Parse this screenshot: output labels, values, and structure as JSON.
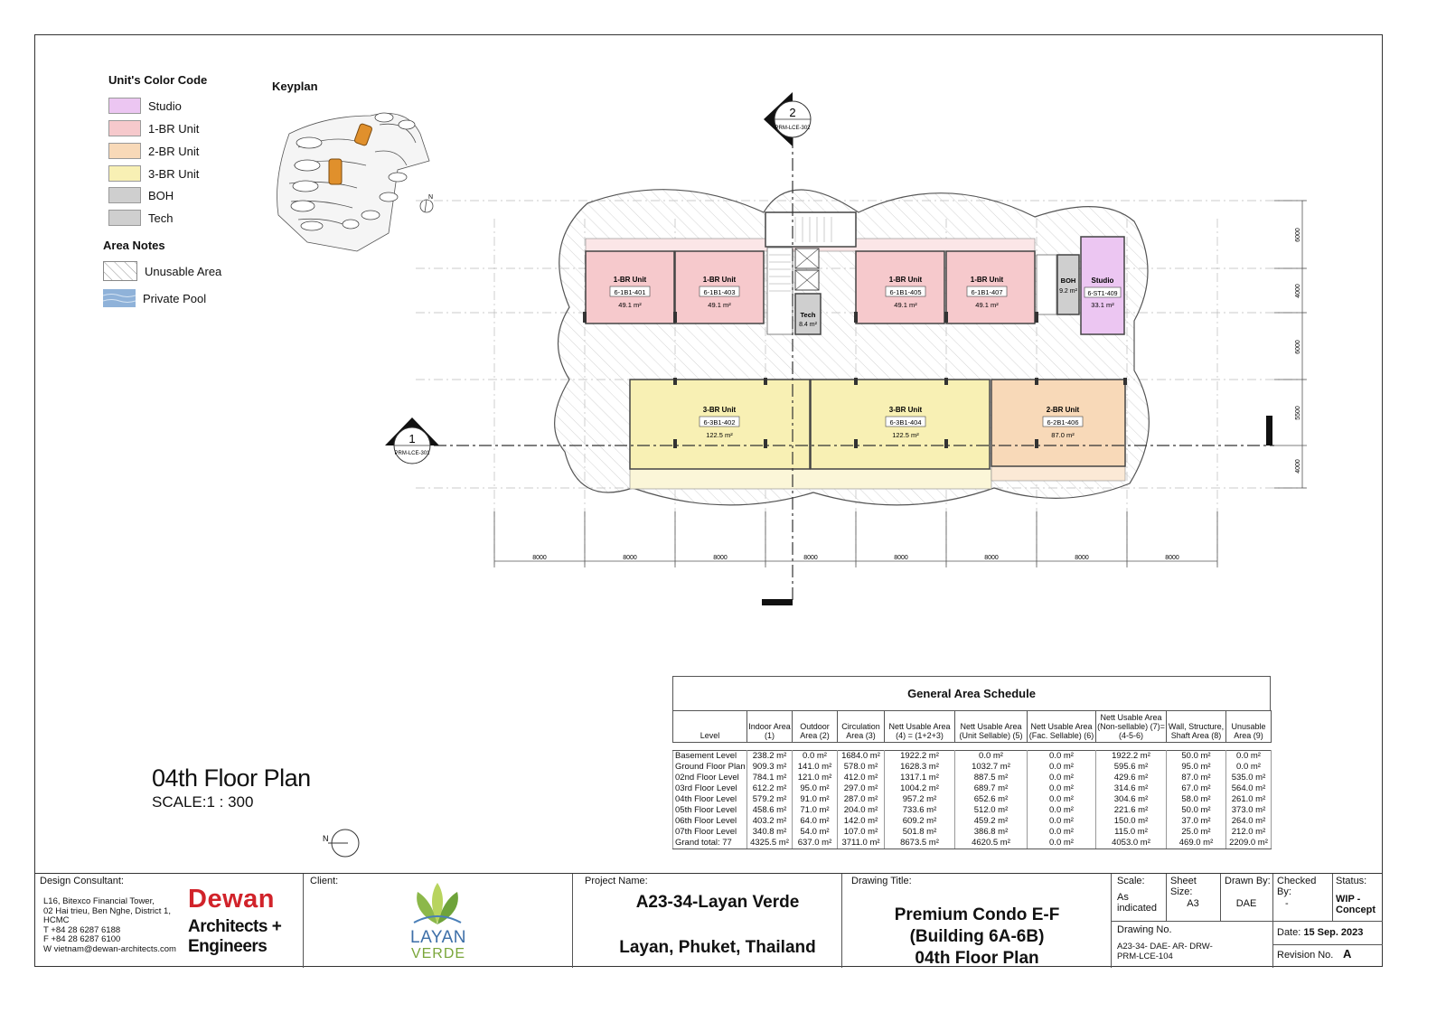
{
  "legend": {
    "color_code_title": "Unit's Color Code",
    "items": [
      {
        "label": "Studio",
        "color": "#ecc6f2"
      },
      {
        "label": "1-BR Unit",
        "color": "#f6c9cc"
      },
      {
        "label": "2-BR Unit",
        "color": "#f8d9b8"
      },
      {
        "label": "3-BR Unit",
        "color": "#f8f0b4"
      },
      {
        "label": "BOH",
        "color": "#cfcfcf"
      },
      {
        "label": "Tech",
        "color": "#cfcfcf"
      }
    ],
    "area_notes_title": "Area Notes",
    "notes": [
      {
        "label": "Unusable Area"
      },
      {
        "label": "Private Pool",
        "color": "#8fb2d9"
      }
    ]
  },
  "keyplan": {
    "title": "Keyplan",
    "north": "N"
  },
  "plan": {
    "section_top": {
      "number": "2",
      "ref": "PRM-LCE-302"
    },
    "section_left": {
      "number": "1",
      "ref": "PRM-LCE-301"
    },
    "units_top": [
      {
        "type": "1-BR Unit",
        "id": "6-1B1-401",
        "area": "49.1 m²"
      },
      {
        "type": "1-BR Unit",
        "id": "6-1B1-403",
        "area": "49.1 m²"
      },
      {
        "type": "1-BR Unit",
        "id": "6-1B1-405",
        "area": "49.1 m²"
      },
      {
        "type": "1-BR Unit",
        "id": "6-1B1-407",
        "area": "49.1 m²"
      }
    ],
    "tech": {
      "type": "Tech",
      "area": "8.4 m²"
    },
    "boh": {
      "type": "BOH",
      "area": "9.2 m²"
    },
    "studio": {
      "type": "Studio",
      "id": "6-ST1-409",
      "area": "33.1 m²"
    },
    "units_bottom": [
      {
        "type": "3-BR Unit",
        "id": "6-3B1-402",
        "area": "122.5 m²"
      },
      {
        "type": "3-BR Unit",
        "id": "6-3B1-404",
        "area": "122.5 m²"
      },
      {
        "type": "2-BR Unit",
        "id": "6-2B1-406",
        "area": "87.0 m²"
      }
    ],
    "dims_bottom": [
      "8000",
      "8000",
      "8000",
      "8000",
      "8000",
      "8000",
      "8000",
      "8000"
    ],
    "dims_right": [
      "6000",
      "4000",
      "6000",
      "5500",
      "4000"
    ]
  },
  "drawing_title_block": {
    "title": "04th Floor Plan",
    "scale": "SCALE:1 : 300",
    "north": "N"
  },
  "schedule": {
    "title": "General Area Schedule",
    "headers": [
      "Level",
      "Indoor Area (1)",
      "Outdoor Area (2)",
      "Circulation Area (3)",
      "Nett Usable Area (4) = (1+2+3)",
      "Nett Usable Area (Unit Sellable) (5)",
      "Nett Usable Area (Fac. Sellable) (6)",
      "Nett Usable Area (Non-sellable) (7)=(4-5-6)",
      "Wall, Structure, Shaft Area (8)",
      "Unusable Area (9)"
    ],
    "rows": [
      [
        "Basement Level",
        "238.2 m²",
        "0.0 m²",
        "1684.0 m²",
        "1922.2 m²",
        "0.0 m²",
        "0.0 m²",
        "1922.2 m²",
        "50.0 m²",
        "0.0 m²"
      ],
      [
        "Ground Floor Plan",
        "909.3 m²",
        "141.0 m²",
        "578.0 m²",
        "1628.3 m²",
        "1032.7 m²",
        "0.0 m²",
        "595.6 m²",
        "95.0 m²",
        "0.0 m²"
      ],
      [
        "02nd Floor Level",
        "784.1 m²",
        "121.0 m²",
        "412.0 m²",
        "1317.1 m²",
        "887.5 m²",
        "0.0 m²",
        "429.6 m²",
        "87.0 m²",
        "535.0 m²"
      ],
      [
        "03rd Floor Level",
        "612.2 m²",
        "95.0 m²",
        "297.0 m²",
        "1004.2 m²",
        "689.7 m²",
        "0.0 m²",
        "314.6 m²",
        "67.0 m²",
        "564.0 m²"
      ],
      [
        "04th Floor Level",
        "579.2 m²",
        "91.0 m²",
        "287.0 m²",
        "957.2 m²",
        "652.6 m²",
        "0.0 m²",
        "304.6 m²",
        "58.0 m²",
        "261.0 m²"
      ],
      [
        "05th Floor Level",
        "458.6 m²",
        "71.0 m²",
        "204.0 m²",
        "733.6 m²",
        "512.0 m²",
        "0.0 m²",
        "221.6 m²",
        "50.0 m²",
        "373.0 m²"
      ],
      [
        "06th Floor Level",
        "403.2 m²",
        "64.0 m²",
        "142.0 m²",
        "609.2 m²",
        "459.2 m²",
        "0.0 m²",
        "150.0 m²",
        "37.0 m²",
        "264.0 m²"
      ],
      [
        "07th Floor Level",
        "340.8 m²",
        "54.0 m²",
        "107.0 m²",
        "501.8 m²",
        "386.8 m²",
        "0.0 m²",
        "115.0 m²",
        "25.0 m²",
        "212.0 m²"
      ]
    ],
    "total": [
      "Grand total: 77",
      "4325.5 m²",
      "637.0 m²",
      "3711.0 m²",
      "8673.5 m²",
      "4620.5 m²",
      "0.0 m²",
      "4053.0 m²",
      "469.0 m²",
      "2209.0 m²"
    ]
  },
  "title_block": {
    "consultant_label": "Design Consultant:",
    "consultant_address": [
      "L16, Bitexco Financial Tower,",
      "02 Hai trieu, Ben Nghe, District 1,",
      "HCMC",
      "T  +84 28 6287 6188",
      "F  +84 28 6287 6100",
      "W  vietnam@dewan-architects.com"
    ],
    "logo_line1": "Dewan",
    "logo_line2": "Architects +",
    "logo_line3": "Engineers",
    "logo_color": "#d1232a",
    "client_label": "Client:",
    "client_logo_line1": "LAYAN",
    "client_logo_line2": "VERDE",
    "project_label": "Project Name:",
    "project_name": "A23-34-Layan Verde",
    "project_location": "Layan, Phuket, Thailand",
    "drawing_title_label": "Drawing Title:",
    "drawing_title_1": "Premium Condo E-F",
    "drawing_title_2": "(Building 6A-6B)",
    "drawing_title_3": "04th Floor Plan",
    "scale_label": "Scale:",
    "scale_value_1": "As",
    "scale_value_2": "indicated",
    "sheet_label": "Sheet Size:",
    "sheet_value": "A3",
    "drawn_label": "Drawn By:",
    "drawn_value": "DAE",
    "checked_label": "Checked By:",
    "checked_value": "-",
    "status_label": "Status:",
    "status_value_1": "WIP -",
    "status_value_2": "Concept",
    "drawing_no_label": "Drawing No.",
    "drawing_no_1": "A23-34- DAE- AR- DRW-",
    "drawing_no_2": "PRM-LCE-104",
    "date_label": "Date:",
    "date_value": "15 Sep. 2023",
    "revision_label": "Revision No.",
    "revision_value": "A"
  }
}
